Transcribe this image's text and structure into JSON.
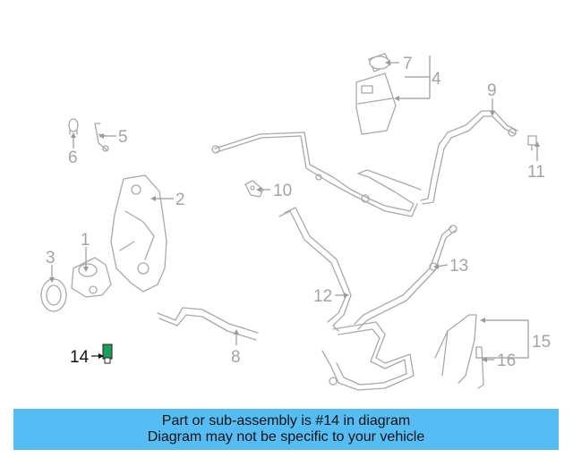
{
  "callouts": {
    "c1": "1",
    "c2": "2",
    "c3": "3",
    "c4": "4",
    "c5": "5",
    "c6": "6",
    "c7": "7",
    "c8": "8",
    "c9": "9",
    "c10": "10",
    "c11": "11",
    "c12": "12",
    "c13": "13",
    "c14": "14",
    "c15": "15",
    "c16": "16"
  },
  "highlighted_part": "14",
  "colors": {
    "banner": "#55bdf4",
    "part_lines": "#a9a9a9",
    "highlight": "#111111",
    "highlight_part": "#1aa05a"
  },
  "banner": {
    "line1": "Part or sub-assembly is #14 in diagram",
    "line2": "Diagram may not be specific to your vehicle"
  }
}
